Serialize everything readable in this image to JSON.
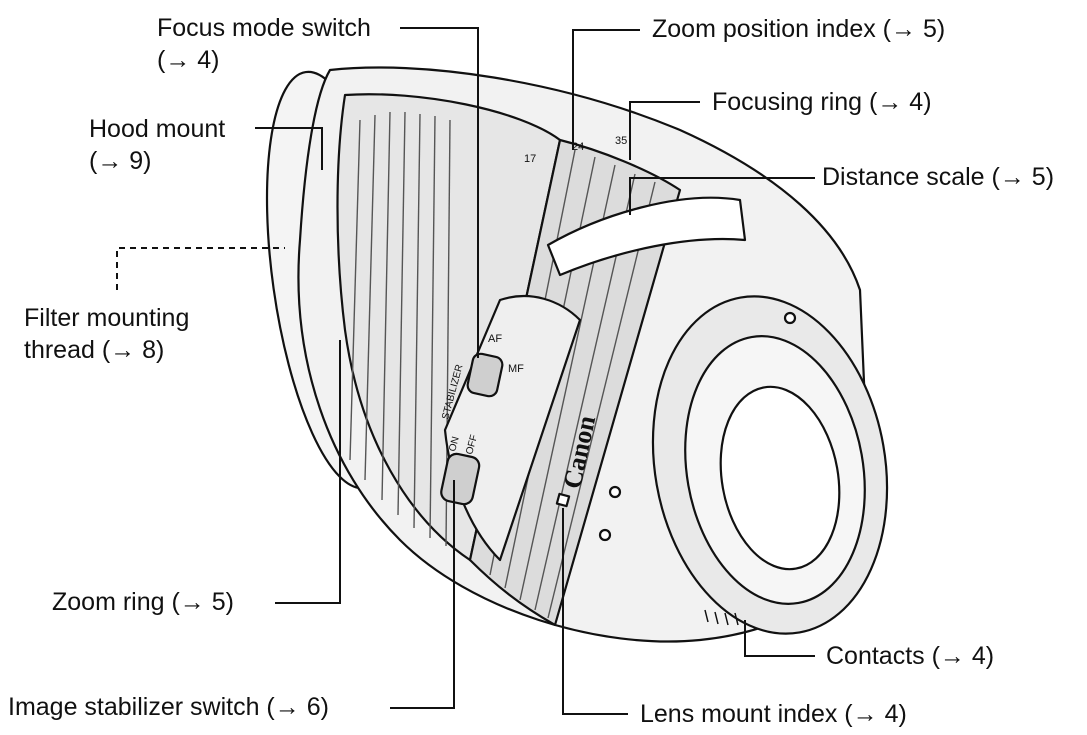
{
  "labels": {
    "focus_mode_switch": {
      "line1": "Focus mode switch",
      "line2": "(→ 4)"
    },
    "hood_mount": {
      "line1": "Hood mount",
      "line2": "(→ 9)"
    },
    "filter_mounting_thread": {
      "line1": "Filter mounting",
      "line2": "thread (→ 8)"
    },
    "zoom_ring": "Zoom ring (→ 5)",
    "image_stabilizer_switch": "Image stabilizer switch (→ 6)",
    "zoom_position_index": "Zoom position index (→ 5)",
    "focusing_ring": "Focusing ring (→ 4)",
    "distance_scale": "Distance scale (→ 5)",
    "contacts": "Contacts (→ 4)",
    "lens_mount_index": "Lens mount index (→ 4)"
  },
  "lens_markings": {
    "brand": "Canon",
    "af": "AF",
    "mf": "MF",
    "stabilizer": "STABILIZER",
    "on": "ON",
    "off": "OFF",
    "zoom_marks": [
      "17",
      "24",
      "35"
    ]
  },
  "colors": {
    "line": "#111111",
    "lens_body": "#f2f2f2",
    "lens_shade": "#d8d8d8",
    "lens_dark": "#555555"
  }
}
